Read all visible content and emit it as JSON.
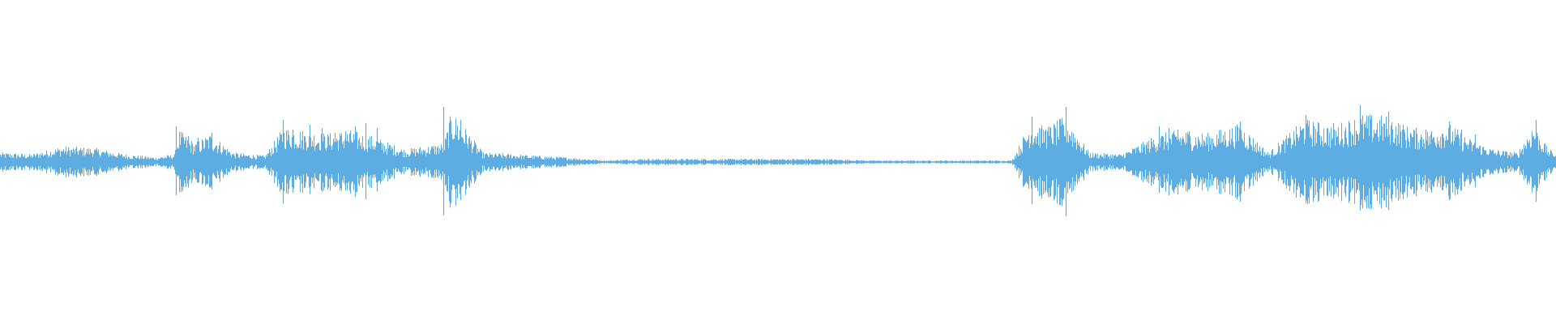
{
  "waveform": {
    "color": "#5dade2",
    "background": "#ffffff",
    "duration_fraction_note_free": true,
    "envelope": [
      [
        0.0,
        0.06
      ],
      [
        0.02,
        0.05
      ],
      [
        0.04,
        0.1
      ],
      [
        0.06,
        0.09
      ],
      [
        0.08,
        0.05
      ],
      [
        0.1,
        0.03
      ],
      [
        0.112,
        0.05
      ],
      [
        0.115,
        0.2
      ],
      [
        0.125,
        0.12
      ],
      [
        0.135,
        0.18
      ],
      [
        0.15,
        0.06
      ],
      [
        0.17,
        0.04
      ],
      [
        0.182,
        0.22
      ],
      [
        0.195,
        0.2
      ],
      [
        0.21,
        0.18
      ],
      [
        0.225,
        0.2
      ],
      [
        0.24,
        0.16
      ],
      [
        0.26,
        0.08
      ],
      [
        0.285,
        0.12
      ],
      [
        0.29,
        0.32
      ],
      [
        0.297,
        0.24
      ],
      [
        0.31,
        0.06
      ],
      [
        0.33,
        0.05
      ],
      [
        0.345,
        0.04
      ],
      [
        0.365,
        0.03
      ],
      [
        0.39,
        0.01
      ],
      [
        0.41,
        0.02
      ],
      [
        0.44,
        0.02
      ],
      [
        0.47,
        0.02
      ],
      [
        0.5,
        0.02
      ],
      [
        0.53,
        0.02
      ],
      [
        0.56,
        0.01
      ],
      [
        0.59,
        0.01
      ],
      [
        0.62,
        0.01
      ],
      [
        0.65,
        0.01
      ],
      [
        0.662,
        0.25
      ],
      [
        0.672,
        0.22
      ],
      [
        0.685,
        0.29
      ],
      [
        0.7,
        0.06
      ],
      [
        0.72,
        0.05
      ],
      [
        0.745,
        0.18
      ],
      [
        0.76,
        0.2
      ],
      [
        0.775,
        0.18
      ],
      [
        0.797,
        0.24
      ],
      [
        0.815,
        0.06
      ],
      [
        0.838,
        0.27
      ],
      [
        0.857,
        0.23
      ],
      [
        0.875,
        0.3
      ],
      [
        0.893,
        0.29
      ],
      [
        0.905,
        0.22
      ],
      [
        0.917,
        0.2
      ],
      [
        0.93,
        0.25
      ],
      [
        0.945,
        0.14
      ],
      [
        0.96,
        0.08
      ],
      [
        0.975,
        0.06
      ],
      [
        0.985,
        0.24
      ],
      [
        0.995,
        0.08
      ],
      [
        1.0,
        0.06
      ]
    ],
    "spikes": [
      [
        0.113,
        0.22
      ],
      [
        0.121,
        0.16
      ],
      [
        0.127,
        0.15
      ],
      [
        0.136,
        0.18
      ],
      [
        0.182,
        0.26
      ],
      [
        0.188,
        0.2
      ],
      [
        0.199,
        0.23
      ],
      [
        0.207,
        0.21
      ],
      [
        0.215,
        0.18
      ],
      [
        0.222,
        0.19
      ],
      [
        0.228,
        0.22
      ],
      [
        0.235,
        0.24
      ],
      [
        0.242,
        0.21
      ],
      [
        0.285,
        0.34
      ],
      [
        0.296,
        0.26
      ],
      [
        0.663,
        0.28
      ],
      [
        0.672,
        0.2
      ],
      [
        0.685,
        0.34
      ],
      [
        0.745,
        0.22
      ],
      [
        0.751,
        0.21
      ],
      [
        0.757,
        0.2
      ],
      [
        0.764,
        0.19
      ],
      [
        0.776,
        0.17
      ],
      [
        0.797,
        0.25
      ],
      [
        0.839,
        0.29
      ],
      [
        0.857,
        0.24
      ],
      [
        0.874,
        0.35
      ],
      [
        0.892,
        0.31
      ],
      [
        0.902,
        0.2
      ],
      [
        0.906,
        0.18
      ],
      [
        0.916,
        0.2
      ],
      [
        0.931,
        0.25
      ],
      [
        0.939,
        0.2
      ],
      [
        0.948,
        0.17
      ],
      [
        0.987,
        0.26
      ]
    ]
  }
}
